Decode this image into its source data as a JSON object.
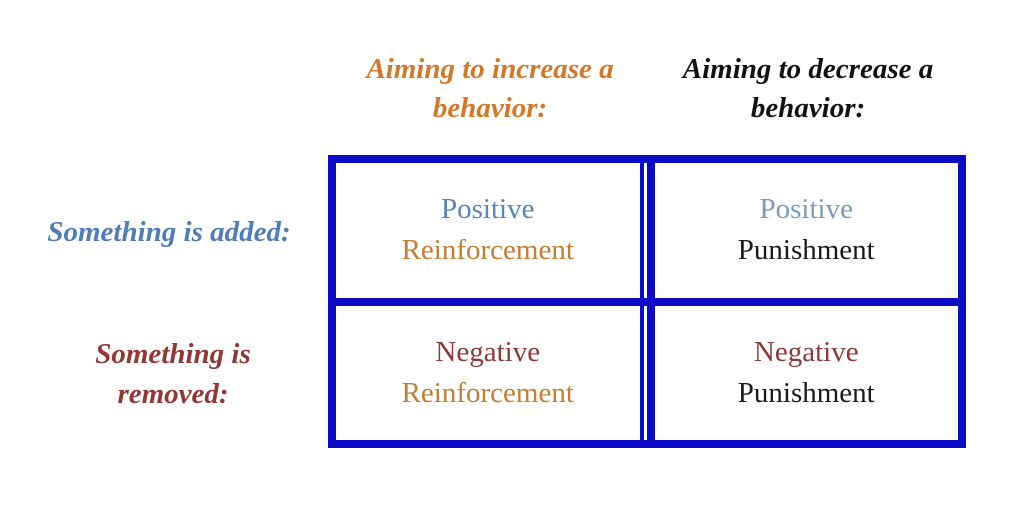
{
  "background_color": "#FFFFFF",
  "matrix": {
    "border_color": "#0B0BC8",
    "column_headers": [
      {
        "text": "Aiming to increase a behavior:",
        "color": "#D27828"
      },
      {
        "text": "Aiming to decrease a behavior:",
        "color": "#111111"
      }
    ],
    "row_headers": [
      {
        "text": "Something is added:",
        "color": "#4F7DBA"
      },
      {
        "text": "Something is removed:",
        "color": "#943634"
      }
    ],
    "cells": [
      {
        "line1": "Positive",
        "line1_color": "#5585BC",
        "line2": "Reinforcement",
        "line2_color": "#C67D30"
      },
      {
        "line1": "Positive",
        "line1_color": "#7A9AC4",
        "line2": "Punishment",
        "line2_color": "#1A1A1A"
      },
      {
        "line1": "Negative",
        "line1_color": "#8E3A38",
        "line2": "Reinforcement",
        "line2_color": "#C67D30"
      },
      {
        "line1": "Negative",
        "line1_color": "#8E3A38",
        "line2": "Punishment",
        "line2_color": "#1A1A1A"
      }
    ]
  }
}
